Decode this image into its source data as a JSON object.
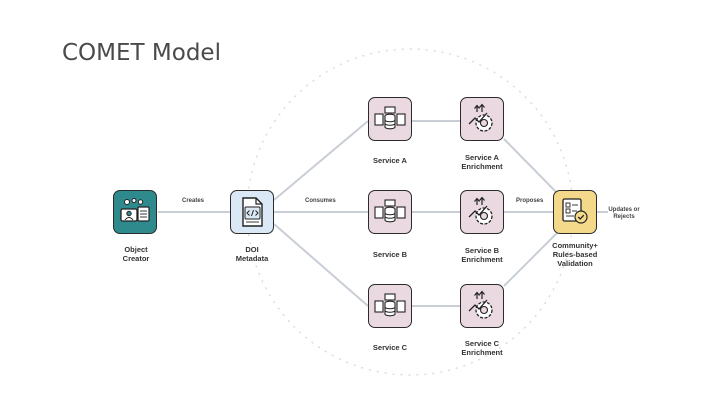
{
  "title": "COMET Model",
  "nodes": {
    "creator": "Object\nCreator",
    "doi": "DOI\nMetadata",
    "service_a": "Service A",
    "service_b": "Service B",
    "service_c": "Service C",
    "enrich_a": "Service A\nEnrichment",
    "enrich_b": "Service B\nEnrichment",
    "enrich_c": "Service C\nEnrichment",
    "community": "Community+\nRules-based\nValidation"
  },
  "edges": {
    "creates": "Creates",
    "consumes": "Consumes",
    "proposes": "Proposes",
    "updates": "Updates or\nRejects"
  },
  "colors": {
    "creator": "#2e8a8c",
    "doi": "#dbe8f6",
    "service": "#ead9e0",
    "community": "#f4d98a",
    "connector": "#c9ced6"
  },
  "icons": {
    "creator": "person-with-documents-icon",
    "doi": "code-document-icon",
    "service": "documents-database-icon",
    "enrichment": "gear-growth-icon",
    "community": "checked-document-icon"
  }
}
